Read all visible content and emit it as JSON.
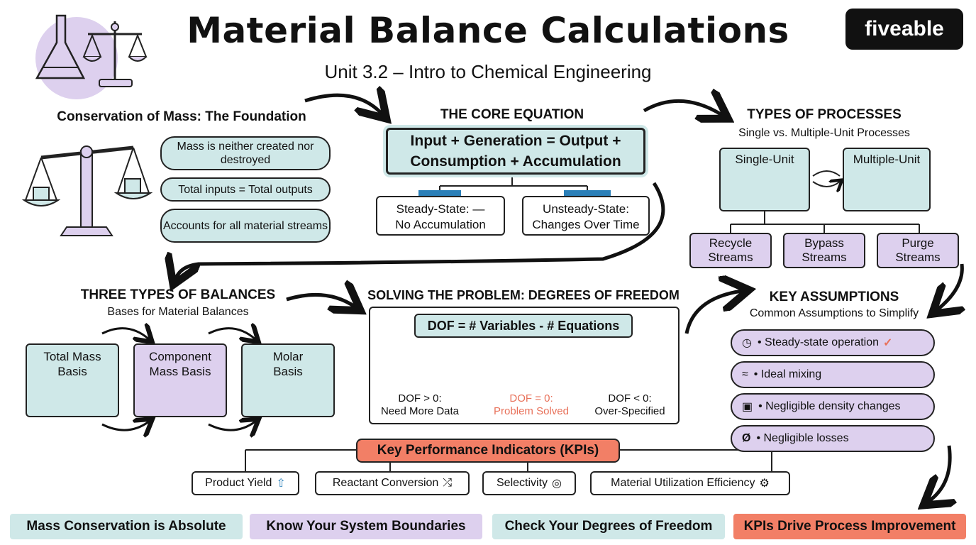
{
  "header": {
    "title": "Material Balance Calculations",
    "subtitle": "Unit 3.2 – Intro to Chemical Engineering",
    "logo": "fiveable"
  },
  "conservation": {
    "heading": "Conservation of Mass: The Foundation",
    "points": [
      "Mass is neither created nor destroyed",
      "Total inputs = Total outputs",
      "Accounts for all material streams"
    ]
  },
  "core": {
    "heading": "THE CORE EQUATION",
    "equation_line1": "Input + Generation = Output +",
    "equation_line2": "Consumption + Accumulation",
    "steady_line1": "Steady-State: —",
    "steady_line2": "No Accumulation",
    "unsteady_line1": "Unsteady-State:",
    "unsteady_line2": "Changes Over Time"
  },
  "processes": {
    "heading": "TYPES OF PROCESSES",
    "subheading": "Single vs. Multiple-Unit Processes",
    "single": "Single-Unit",
    "multiple": "Multiple-Unit",
    "streams": [
      {
        "line1": "Recycle",
        "line2": "Streams"
      },
      {
        "line1": "Bypass",
        "line2": "Streams"
      },
      {
        "line1": "Purge",
        "line2": "Streams"
      }
    ]
  },
  "balances": {
    "heading": "THREE TYPES OF BALANCES",
    "subheading": "Bases for Material Balances",
    "items": [
      {
        "line1": "Total Mass",
        "line2": "Basis"
      },
      {
        "line1": "Component",
        "line2": "Mass Basis"
      },
      {
        "line1": "Molar",
        "line2": "Basis"
      }
    ]
  },
  "dof": {
    "heading": "SOLVING THE PROBLEM: DEGREES OF FREEDOM",
    "formula": "DOF = # Variables - # Equations",
    "cases": [
      {
        "line1": "DOF > 0:",
        "line2": "Need More Data"
      },
      {
        "line1": "DOF = 0:",
        "line2": "Problem Solved"
      },
      {
        "line1": "DOF < 0:",
        "line2": "Over-Specified"
      }
    ],
    "solved_color": "#e8715a"
  },
  "assumptions": {
    "heading": "KEY ASSUMPTIONS",
    "subheading": "Common Assumptions to Simplify",
    "items": [
      "• Steady-state operation",
      "• Ideal mixing",
      "• Negligible density changes",
      "• Negligible losses"
    ]
  },
  "kpis": {
    "heading": "Key Performance Indicators (KPIs)",
    "items": [
      "Product Yield",
      "Reactant Conversion",
      "Selectivity",
      "Material Utilization Efficiency"
    ]
  },
  "footer": [
    "Mass Conservation is Absolute",
    "Know Your System Boundaries",
    "Check Your Degrees of Freedom",
    "KPIs Drive Process Improvement"
  ],
  "colors": {
    "teal": "#cfe8e8",
    "lavender": "#ddd0ee",
    "coral": "#f27f66",
    "blue_tab": "#2a7fb8"
  },
  "icons": [
    "flask-icon",
    "balance-scale-icon",
    "kitchen-scale-icon",
    "atom-icon",
    "molecule-icon",
    "clock-icon",
    "mixer-icon",
    "cube-icon",
    "null-icon",
    "arrow-up-icon",
    "shuffle-icon",
    "target-icon",
    "gear-icon",
    "checkmark-icon"
  ]
}
